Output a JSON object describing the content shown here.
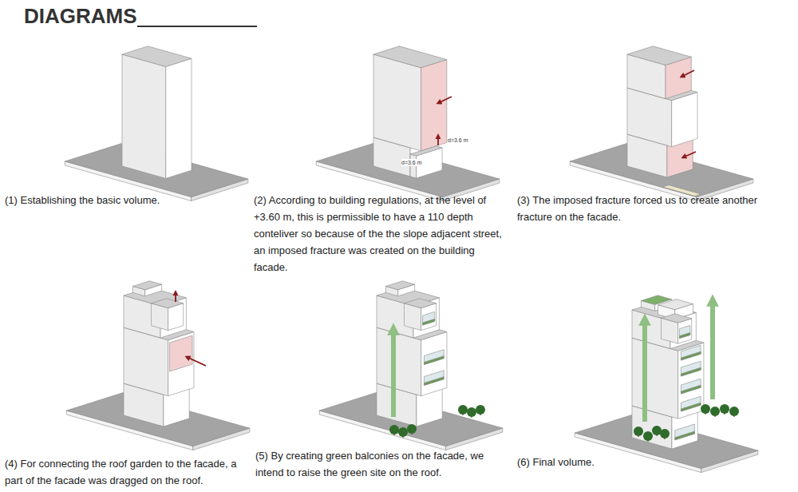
{
  "diagram": {
    "title": "DIAGRAMS",
    "labels": [
      "(1) Establishing the basic volume.",
      "(2) According to building regulations, at the level of +3.60 m, this is permissible to have a 110 depth conteliver so because of the the slope adjacent street, an imposed fracture was created on the building facade.",
      "(3) The imposed fracture forced us to create another fracture on the facade.",
      "(4) For connecting the roof garden to the facade, a part of the facade was dragged on the roof.",
      "(5) By creating green balconies on the facade, we intend to raise the green site on the roof.",
      "(6) Final volume.",
      "d=3.6 m",
      "d=3.6 m"
    ]
  }
}
